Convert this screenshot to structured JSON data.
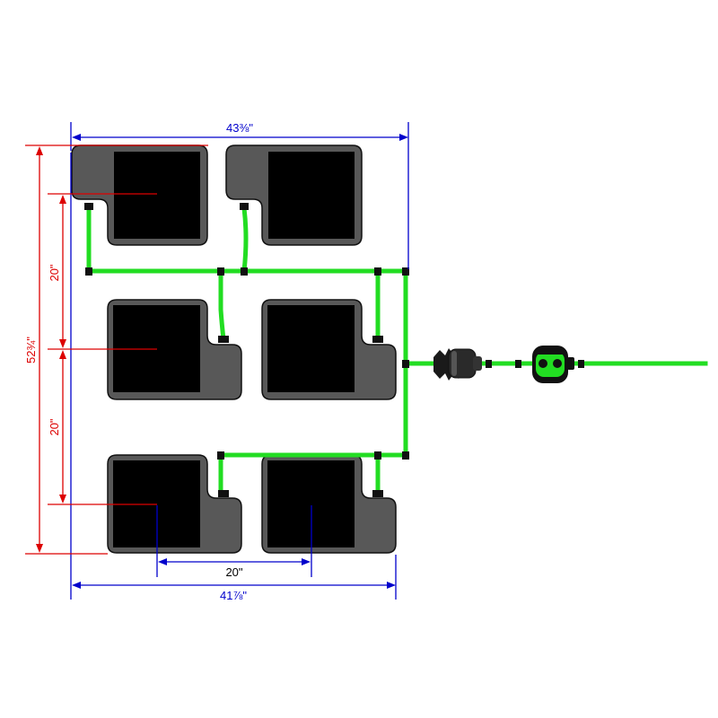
{
  "dimensions": {
    "top_width": "43⅜\"",
    "bottom_width": "41⅞\"",
    "total_height": "52¾\"",
    "upper_spacing": "20\"",
    "lower_spacing": "20\"",
    "pot_spacing": "20\""
  },
  "colors": {
    "tube": "#22dd22",
    "tray": "#585858",
    "pot": "#000000",
    "dim_blue": "#0000cc",
    "dim_red": "#dd0000"
  }
}
